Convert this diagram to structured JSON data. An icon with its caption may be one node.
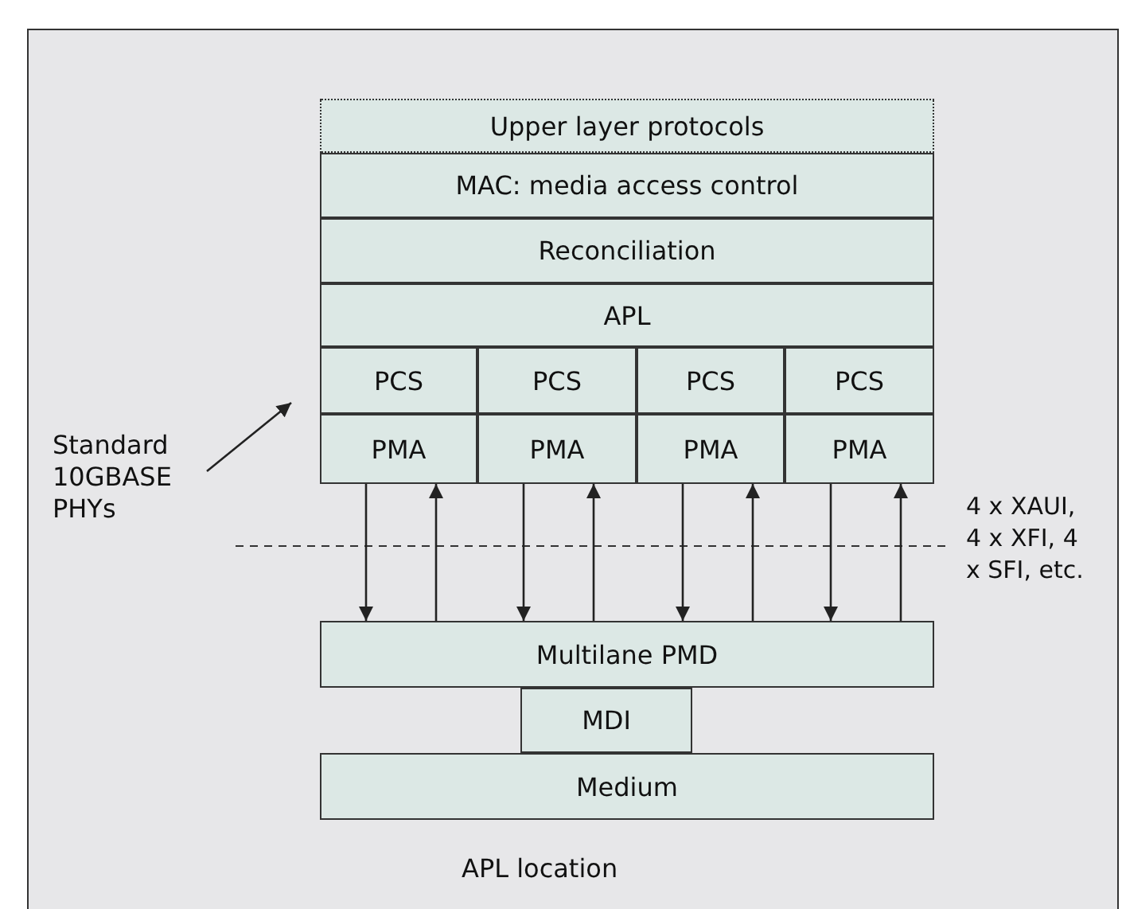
{
  "diagram": {
    "caption": "APL location",
    "nodes": [
      {
        "text": [
          "Upper layer protocols"
        ]
      },
      {
        "text": [
          "MAC:  media access control"
        ]
      },
      {
        "text": [
          "Reconciliation"
        ]
      },
      {
        "text": [
          "APL"
        ]
      },
      {
        "text": [
          "PCS"
        ]
      },
      {
        "text": [
          "PCS"
        ]
      },
      {
        "text": [
          "PCS"
        ]
      },
      {
        "text": [
          "PCS"
        ]
      },
      {
        "text": [
          "PMA"
        ]
      },
      {
        "text": [
          "PMA"
        ]
      },
      {
        "text": [
          "PMA"
        ]
      },
      {
        "text": [
          "PMA"
        ]
      },
      {
        "text": [
          "Multilane PMD"
        ]
      },
      {
        "text": [
          "MDI"
        ]
      },
      {
        "text": [
          "Medium"
        ]
      },
      {
        "text": [
          "Standard 10GBASE PHYs"
        ]
      }
    ],
    "edges": [
      {
        "from": 8,
        "to": 12,
        "arrow": "to"
      },
      {
        "from": 12,
        "to": 8,
        "arrow": "to"
      },
      {
        "from": 9,
        "to": 12,
        "arrow": "to"
      },
      {
        "from": 12,
        "to": 9,
        "arrow": "to"
      },
      {
        "from": 10,
        "to": 12,
        "arrow": "to"
      },
      {
        "from": 12,
        "to": 10,
        "arrow": "to"
      },
      {
        "from": 11,
        "to": 12,
        "arrow": "to"
      },
      {
        "from": 12,
        "to": 11,
        "arrow": "to"
      },
      {
        "from": 15,
        "to": 4,
        "arrow": "to"
      }
    ],
    "labels": [
      "4 x XAUI, 4 x XFI, 4 x SFI, etc."
    ]
  }
}
